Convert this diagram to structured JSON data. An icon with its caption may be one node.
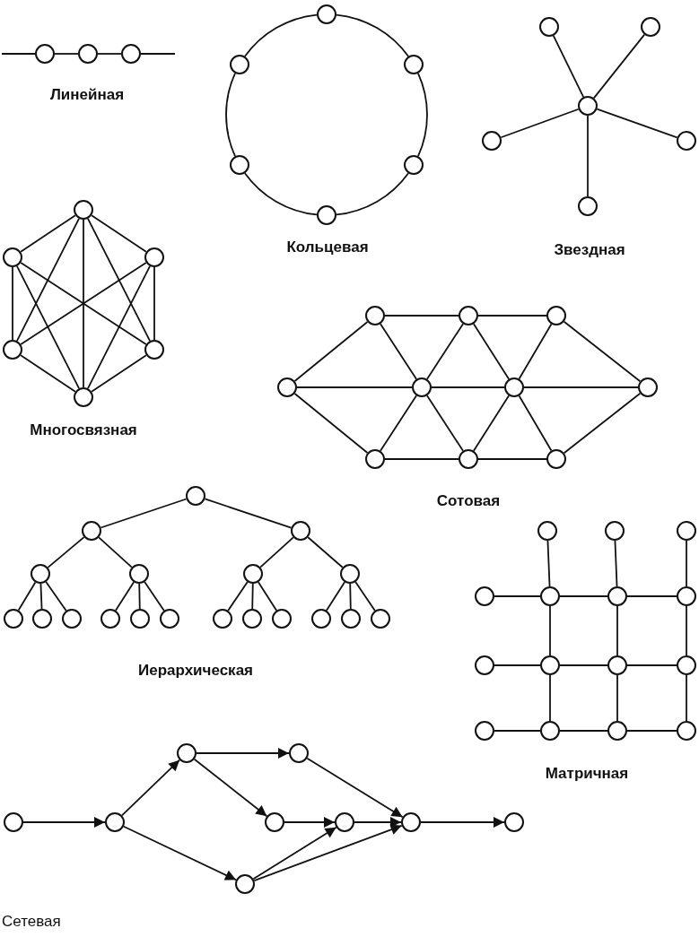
{
  "diagram": {
    "nodes": [
      {
        "text": [],
        "shape": "circle"
      },
      {
        "text": [],
        "shape": "circle"
      },
      {
        "text": [],
        "shape": "circle"
      },
      {
        "text": [],
        "shape": "circle"
      },
      {
        "text": [],
        "shape": "circle"
      },
      {
        "text": [],
        "shape": "circle"
      },
      {
        "text": [],
        "shape": "circle"
      },
      {
        "text": [],
        "shape": "circle"
      },
      {
        "text": [],
        "shape": "circle"
      },
      {
        "text": [],
        "shape": "circle"
      },
      {
        "text": [],
        "shape": "circle"
      },
      {
        "text": [],
        "shape": "circle"
      },
      {
        "text": [],
        "shape": "circle"
      },
      {
        "text": [],
        "shape": "circle"
      },
      {
        "text": [],
        "shape": "circle"
      },
      {
        "text": [],
        "shape": "circle"
      },
      {
        "text": [],
        "shape": "circle"
      },
      {
        "text": [],
        "shape": "circle"
      },
      {
        "text": [],
        "shape": "circle"
      },
      {
        "text": [],
        "shape": "circle"
      },
      {
        "text": [],
        "shape": "circle"
      },
      {
        "text": [],
        "shape": "circle"
      },
      {
        "text": [],
        "shape": "circle"
      },
      {
        "text": [],
        "shape": "circle"
      },
      {
        "text": [],
        "shape": "circle"
      },
      {
        "text": [],
        "shape": "circle"
      },
      {
        "text": [],
        "shape": "circle"
      },
      {
        "text": [],
        "shape": "circle"
      },
      {
        "text": [],
        "shape": "circle"
      },
      {
        "text": [],
        "shape": "circle"
      },
      {
        "text": [],
        "shape": "circle"
      },
      {
        "text": [],
        "shape": "circle"
      },
      {
        "text": [],
        "shape": "circle"
      },
      {
        "text": [],
        "shape": "circle"
      },
      {
        "text": [],
        "shape": "circle"
      },
      {
        "text": [],
        "shape": "circle"
      },
      {
        "text": [],
        "shape": "circle"
      },
      {
        "text": [],
        "shape": "circle"
      },
      {
        "text": [],
        "shape": "circle"
      },
      {
        "text": [],
        "shape": "circle"
      },
      {
        "text": [],
        "shape": "circle"
      },
      {
        "text": [],
        "shape": "circle"
      },
      {
        "text": [],
        "shape": "circle"
      },
      {
        "text": [],
        "shape": "circle"
      },
      {
        "text": [],
        "shape": "circle"
      },
      {
        "text": [],
        "shape": "circle"
      },
      {
        "text": [],
        "shape": "circle"
      },
      {
        "text": [],
        "shape": "circle"
      },
      {
        "text": [],
        "shape": "circle"
      },
      {
        "text": [],
        "shape": "circle"
      },
      {
        "text": [],
        "shape": "circle"
      },
      {
        "text": [],
        "shape": "circle"
      },
      {
        "text": [],
        "shape": "circle"
      },
      {
        "text": [],
        "shape": "circle"
      },
      {
        "text": [],
        "shape": "circle"
      },
      {
        "text": [],
        "shape": "circle"
      },
      {
        "text": [],
        "shape": "circle"
      },
      {
        "text": [],
        "shape": "circle"
      },
      {
        "text": [],
        "shape": "circle"
      },
      {
        "text": [],
        "shape": "circle"
      },
      {
        "text": [],
        "shape": "circle"
      },
      {
        "text": [],
        "shape": "circle"
      },
      {
        "text": [],
        "shape": "circle"
      },
      {
        "text": [],
        "shape": "circle"
      },
      {
        "text": [],
        "shape": "circle"
      },
      {
        "text": [],
        "shape": "circle"
      },
      {
        "text": [],
        "shape": "circle"
      },
      {
        "text": [],
        "shape": "circle"
      },
      {
        "text": [],
        "shape": "circle"
      },
      {
        "text": [],
        "shape": "circle"
      },
      {
        "text": [],
        "shape": "circle"
      },
      {
        "text": [],
        "shape": "circle"
      },
      {
        "text": [],
        "shape": "circle"
      },
      {
        "text": [],
        "shape": "circle"
      }
    ],
    "edges": [
      {
        "from": null,
        "to": 0,
        "arrow": "none"
      },
      {
        "from": 0,
        "to": 1,
        "arrow": "none"
      },
      {
        "from": 1,
        "to": 2,
        "arrow": "none"
      },
      {
        "from": 2,
        "to": null,
        "arrow": "none"
      },
      {
        "from": 3,
        "to": 4,
        "arrow": "none"
      },
      {
        "from": 3,
        "to": 5,
        "arrow": "none"
      },
      {
        "from": 4,
        "to": 6,
        "arrow": "none"
      },
      {
        "from": 5,
        "to": 7,
        "arrow": "none"
      },
      {
        "from": 6,
        "to": 8,
        "arrow": "none"
      },
      {
        "from": 7,
        "to": 8,
        "arrow": "none"
      },
      {
        "from": 11,
        "to": 9,
        "arrow": "none"
      },
      {
        "from": 11,
        "to": 10,
        "arrow": "none"
      },
      {
        "from": 11,
        "to": 12,
        "arrow": "none"
      },
      {
        "from": 11,
        "to": 13,
        "arrow": "none"
      },
      {
        "from": 11,
        "to": 14,
        "arrow": "none"
      },
      {
        "from": 15,
        "to": 16,
        "arrow": "none"
      },
      {
        "from": 15,
        "to": 17,
        "arrow": "none"
      },
      {
        "from": 16,
        "to": 18,
        "arrow": "none"
      },
      {
        "from": 17,
        "to": 19,
        "arrow": "none"
      },
      {
        "from": 18,
        "to": 20,
        "arrow": "none"
      },
      {
        "from": 19,
        "to": 20,
        "arrow": "none"
      },
      {
        "from": 15,
        "to": 20,
        "arrow": "none"
      },
      {
        "from": 15,
        "to": 18,
        "arrow": "none"
      },
      {
        "from": 15,
        "to": 19,
        "arrow": "none"
      },
      {
        "from": 20,
        "to": 16,
        "arrow": "none"
      },
      {
        "from": 20,
        "to": 17,
        "arrow": "none"
      },
      {
        "from": 16,
        "to": 19,
        "arrow": "none"
      },
      {
        "from": 17,
        "to": 18,
        "arrow": "none"
      },
      {
        "from": 21,
        "to": 22,
        "arrow": "none"
      },
      {
        "from": 22,
        "to": 23,
        "arrow": "none"
      },
      {
        "from": 28,
        "to": 29,
        "arrow": "none"
      },
      {
        "from": 29,
        "to": 30,
        "arrow": "none"
      },
      {
        "from": 24,
        "to": 25,
        "arrow": "none"
      },
      {
        "from": 25,
        "to": 26,
        "arrow": "none"
      },
      {
        "from": 26,
        "to": 27,
        "arrow": "none"
      },
      {
        "from": 24,
        "to": 21,
        "arrow": "none"
      },
      {
        "from": 24,
        "to": 28,
        "arrow": "none"
      },
      {
        "from": 27,
        "to": 23,
        "arrow": "none"
      },
      {
        "from": 27,
        "to": 30,
        "arrow": "none"
      },
      {
        "from": 21,
        "to": 25,
        "arrow": "none"
      },
      {
        "from": 22,
        "to": 25,
        "arrow": "none"
      },
      {
        "from": 22,
        "to": 26,
        "arrow": "none"
      },
      {
        "from": 23,
        "to": 26,
        "arrow": "none"
      },
      {
        "from": 28,
        "to": 25,
        "arrow": "none"
      },
      {
        "from": 29,
        "to": 25,
        "arrow": "none"
      },
      {
        "from": 29,
        "to": 26,
        "arrow": "none"
      },
      {
        "from": 30,
        "to": 26,
        "arrow": "none"
      },
      {
        "from": 31,
        "to": 32,
        "arrow": "none"
      },
      {
        "from": 31,
        "to": 33,
        "arrow": "none"
      },
      {
        "from": 32,
        "to": 34,
        "arrow": "none"
      },
      {
        "from": 32,
        "to": 35,
        "arrow": "none"
      },
      {
        "from": 33,
        "to": 36,
        "arrow": "none"
      },
      {
        "from": 33,
        "to": 37,
        "arrow": "none"
      },
      {
        "from": 34,
        "to": 38,
        "arrow": "none"
      },
      {
        "from": 34,
        "to": 39,
        "arrow": "none"
      },
      {
        "from": 34,
        "to": 40,
        "arrow": "none"
      },
      {
        "from": 35,
        "to": 41,
        "arrow": "none"
      },
      {
        "from": 35,
        "to": 42,
        "arrow": "none"
      },
      {
        "from": 35,
        "to": 43,
        "arrow": "none"
      },
      {
        "from": 36,
        "to": 44,
        "arrow": "none"
      },
      {
        "from": 36,
        "to": 45,
        "arrow": "none"
      },
      {
        "from": 36,
        "to": 46,
        "arrow": "none"
      },
      {
        "from": 37,
        "to": 47,
        "arrow": "none"
      },
      {
        "from": 37,
        "to": 48,
        "arrow": "none"
      },
      {
        "from": 37,
        "to": 49,
        "arrow": "none"
      },
      {
        "from": 53,
        "to": 54,
        "arrow": "none"
      },
      {
        "from": 54,
        "to": 55,
        "arrow": "none"
      },
      {
        "from": 55,
        "to": 56,
        "arrow": "none"
      },
      {
        "from": 57,
        "to": 58,
        "arrow": "none"
      },
      {
        "from": 58,
        "to": 59,
        "arrow": "none"
      },
      {
        "from": 59,
        "to": 60,
        "arrow": "none"
      },
      {
        "from": 61,
        "to": 62,
        "arrow": "none"
      },
      {
        "from": 62,
        "to": 63,
        "arrow": "none"
      },
      {
        "from": 63,
        "to": 64,
        "arrow": "none"
      },
      {
        "from": 50,
        "to": 54,
        "arrow": "none"
      },
      {
        "from": 54,
        "to": 58,
        "arrow": "none"
      },
      {
        "from": 58,
        "to": 62,
        "arrow": "none"
      },
      {
        "from": 51,
        "to": 55,
        "arrow": "none"
      },
      {
        "from": 55,
        "to": 59,
        "arrow": "none"
      },
      {
        "from": 59,
        "to": 63,
        "arrow": "none"
      },
      {
        "from": 52,
        "to": 56,
        "arrow": "none"
      },
      {
        "from": 56,
        "to": 60,
        "arrow": "none"
      },
      {
        "from": 60,
        "to": 64,
        "arrow": "none"
      },
      {
        "from": 67,
        "to": 68,
        "arrow": "to"
      },
      {
        "from": 68,
        "to": 65,
        "arrow": "to"
      },
      {
        "from": 68,
        "to": 73,
        "arrow": "to"
      },
      {
        "from": 65,
        "to": 66,
        "arrow": "to"
      },
      {
        "from": 65,
        "to": 69,
        "arrow": "to"
      },
      {
        "from": 66,
        "to": 71,
        "arrow": "to"
      },
      {
        "from": 69,
        "to": 70,
        "arrow": "to"
      },
      {
        "from": 73,
        "to": 70,
        "arrow": "to"
      },
      {
        "from": 70,
        "to": 71,
        "arrow": "to"
      },
      {
        "from": 73,
        "to": 71,
        "arrow": "to"
      },
      {
        "from": 71,
        "to": 72,
        "arrow": "to"
      }
    ],
    "labels": [
      "Линейная",
      "Кольцевая",
      "Звездная",
      "Многосвязная",
      "Сотовая",
      "Иерархическая",
      "Матричная",
      "Сетевая"
    ]
  }
}
